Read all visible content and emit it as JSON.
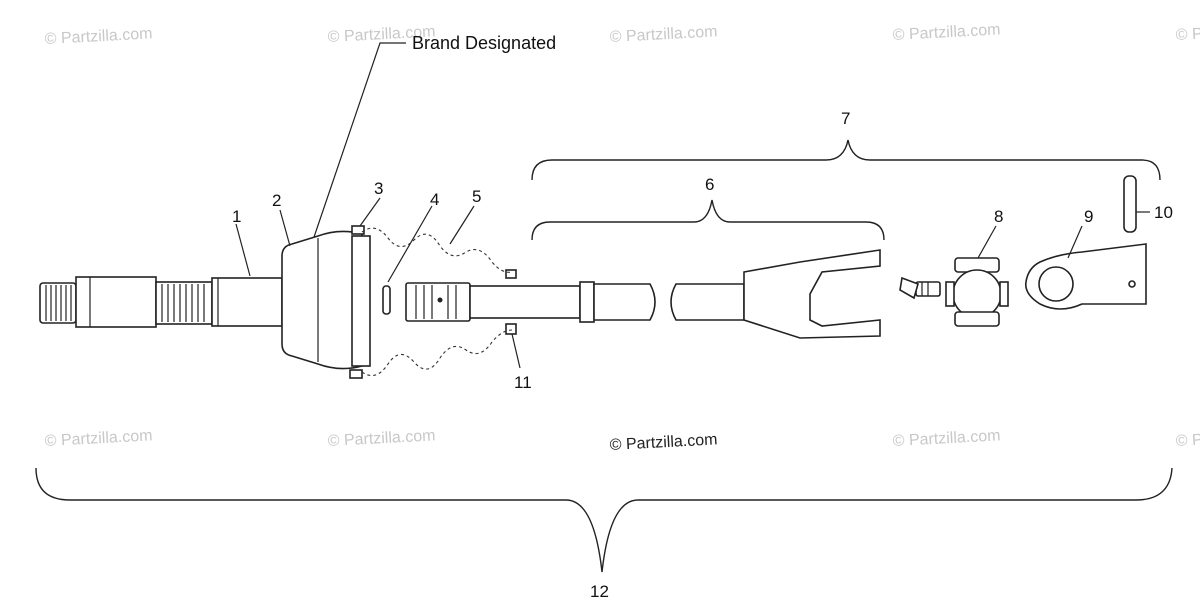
{
  "watermark": "© Partzilla.com",
  "center_copyright": "© Partzilla.com",
  "brand_label": "Brand Designated",
  "callouts": {
    "c1": "1",
    "c2": "2",
    "c3": "3",
    "c4": "4",
    "c5": "5",
    "c6": "6",
    "c7": "7",
    "c8": "8",
    "c9": "9",
    "c10": "10",
    "c11": "11",
    "c12": "12"
  }
}
